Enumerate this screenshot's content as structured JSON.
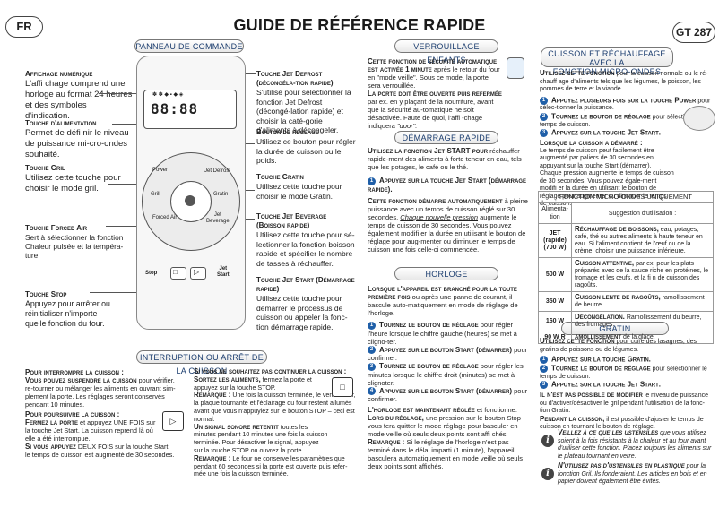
{
  "header": {
    "lang": "FR",
    "title": "GUIDE DE RÉFÉRENCE RAPIDE",
    "model": "GT 287"
  },
  "sections": {
    "panel": "PANNEAU DE COMMANDE",
    "lock": "VERROUILLAGE ENFANTS",
    "start": "DÉMARRAGE RAPIDE",
    "clock": "HORLOGE",
    "cookheat_l1": "CUISSON ET RÉCHAUFFAGE AVEC LA",
    "cookheat_l2": "FONCTION MICRO-ONDES",
    "interrupt": "INTERRUPTION OU ARRÊT DE LA CUISSON",
    "grill": "GRATIN"
  },
  "panel_ui": {
    "digits": "88:88",
    "power": "Power",
    "jetdefrost": "Jet Defrost",
    "grill": "Grill",
    "gratin": "Gratin",
    "forced_air": "Forced Air",
    "jet_beverage_1": "Jet",
    "jet_beverage_2": "Beverage",
    "stop": "Stop",
    "jetstart_1": "Jet",
    "jetstart_2": "Start"
  },
  "left": {
    "display_t": "Affichage numérique",
    "display_b": "L'affi chage comprend une horloge au format 24 heures et des symboles d'indication.",
    "power_t": "Touche d'alimentation",
    "power_b": "Permet de défi nir le niveau de puissance mi-cro-ondes souhaité.",
    "grill_t": "Touche Gril",
    "grill_b": "Utilisez cette touche pour choisir le mode gril.",
    "forced_t": "Touche Forced Air",
    "forced_b": "Sert à sélectionner la fonction Chaleur pulsée et la tempéra-ture.",
    "stop_t": "Touche Stop",
    "stop_b": "Appuyez pour arrêter ou réinitialiser n'importe quelle fonction du four."
  },
  "middle": {
    "jetdef_t": "Touche Jet Defrost (décongéla-tion rapide)",
    "jetdef_b": "S'utilise pour sélectionner la fonction Jet Defrost (décongé-lation rapide) et choisir la caté-gorie d'aliments à décongeler.",
    "knob_t": "Bouton de réglage",
    "knob_b": "Utilisez ce bouton pour régler la durée de cuisson ou le poids.",
    "gratin_t": "Touche Gratin",
    "gratin_b": "Utilisez cette touche pour choisir le mode Gratin.",
    "bev_t": "Touche Jet Beverage (Boisson rapide)",
    "bev_b": "Utilisez cette touche pour sé-lectionner la fonction boisson rapide et spécifier le nombre de tasses à réchauffer.",
    "start_t": "Touche Jet Start (Démarrage rapide)",
    "start_b": "Utilisez cette touche pour démarrer le processus de cuisson ou appeler la fonc-tion démarrage rapide."
  },
  "lock": {
    "p1a": "Cette fonction de sécurité automatique est activée 1 minute",
    "p1b": "après le retour du four en \"mode veille\". Sous ce mode, la porte sera verrouillée.",
    "p2a": "La porte doit être ouverte puis refermée",
    "p2b": "par ex. en y plaçant de la nourriture, avant que la sécurité au-tomatique ne soit désactivée. Faute de quoi, l'affi -chage indiquera",
    "p2c": "\"door\"."
  },
  "start": {
    "p1a": "Utilisez la fonction Jet START pour",
    "p1b": "réchauffer rapide-ment des aliments à forte teneur en eau, tels que les potages, le café ou le thé.",
    "s1": "Appuyez sur la touche Jet Start (démarrage rapide).",
    "p2a": "Cette fonction démarre automatiquement",
    "p2b": "à pleine puissance avec un temps de cuisson réglé sur 30 secondes.",
    "p2c": "Chaque nouvelle pression",
    "p2d": "augmente le temps de cuisson de 30 secondes. Vous pouvez également modifi er la durée en utilisant le bouton de réglage pour aug-menter ou diminuer le temps de cuisson une fois celle-ci commencée."
  },
  "clock": {
    "p1a": "Lorsque l'appareil est branché pour la toute première fois",
    "p1b": "ou après une panne de courant, il bascule auto-matiquement en mode de réglage de l'horloge.",
    "s1a": "Tournez le bouton de réglage",
    "s1b": "pour régler l'heure lorsque le chiffre gauche (heures) se met à cligno-ter.",
    "s2a": "Appuyez sur le bouton Start (démarrer)",
    "s2b": "pour confirmer.",
    "s3a": "Tournez le bouton de réglage",
    "s3b": "pour régler les minutes lorsque le chiffre droit (minutes) se met à clignoter.",
    "s4a": "Appuyez sur le bouton Start (démarrer)",
    "s4b": "pour confirmer.",
    "p2a": "L'horloge est maintenant réglée",
    "p2b": "et fonctionne.",
    "p3a": "Lors du réglage,",
    "p3b": "une pression sur le bouton Stop vous fera quitter le mode réglage pour basculer en mode veille où seuls deux points sont affi chés.",
    "p4a": "Remarque :",
    "p4b": "Si le réglage de l'horloge n'est pas terminé dans le délai imparti (1 minute), l'appareil basculera automatiquement en mode veille où seuls deux points sont affichés."
  },
  "cook": {
    "p1a": "Utilisez cette fonction",
    "p1b": "pour la cuisson normale ou le ré-chauff age d'aliments tels que les légumes, le poisson, les pommes de terre et la viande.",
    "s1a": "Appuyez plusieurs fois sur la touche Power",
    "s1b": "pour sélec-tionner la puissance.",
    "s2a": "Tournez le bouton de réglage",
    "s2b": "pour sélectionner le temps de cuisson.",
    "s3": "Appuyez sur la touche Jet Start.",
    "p2": "Lorsque la cuisson a démarré :",
    "p3": "Le temps de cuisson peut facilement être augmenté par paliers de 30 secondes en appuyant sur la touche Start (démarrer). Chaque pression augmente le temps de cuisson de 30 secondes. Vous pouvez égale-ment modifi er la durée en utilisant le bouton de réglage pour augmenter ou diminuer le temps de cuisson."
  },
  "table": {
    "title": "FONCTION MICRO-ONDES UNIQUEMENT",
    "h1": "Alimenta-tion",
    "h2": "Suggestion d'utilisation :",
    "rows": [
      {
        "p": "JET (rapide) (700 W)",
        "a": "Réchauffage de boissons,",
        "b": "eau, potages, café, thé ou autres aliments à haute teneur en eau. Si l'aliment contient de l'œuf ou de la crème, choisir une puissance inférieure."
      },
      {
        "p": "500 W",
        "a": "Cuisson attentive,",
        "b": "par ex. pour les plats préparés avec de la sauce riche en protéines, le fromage et les œufs, et la fi n de cuisson des ragoûts."
      },
      {
        "p": "350 W",
        "a": "Cuisson lente de ragoûts,",
        "b": "ramollissement de beurre."
      },
      {
        "p": "160 W",
        "a": "Décongélation.",
        "b": "Ramollissement du beurre, des fromages."
      },
      {
        "p": "90 W R",
        "a": "amollissement",
        "b": "de la glace."
      }
    ]
  },
  "grill": {
    "p1a": "Utilisez cette fonction",
    "p1b": "pour cuire des lasagnes, des gratins de poissons ou de légumes.",
    "s1": "Appuyez sur la touche Gratin.",
    "s2a": "Tournez le bouton de réglage",
    "s2b": "pour sélectionner le temps de cuisson.",
    "s3": "Appuyez sur la touche Jet Start.",
    "p2a": "Il n'est pas possible de modifier",
    "p2b": "le niveau de puissance ou d'activer/désactiver le gril pendant l'utilisation de la fonc-tion Gratin.",
    "p3a": "Pendant la cuisson,",
    "p3b": "il est possible d'ajuster le temps de cuisson en tournant le bouton de réglage.",
    "n1a": "Veillez à ce que les ustensiles",
    "n1b": "que vous utilisez soient à la fois résistants à la chaleur et au four avant d'utiliser cette fonction. Placez toujours les aliments sur le plateau tournant en verre.",
    "n2a": "N'utilisez pas d'ustensiles en plastique",
    "n2b": "pour la fonction Gril. Ils fonderaient. Les articles en bois et en papier doivent également être évités.",
    "info": "i"
  },
  "interrupt": {
    "l1a": "Pour interrompre la cuisson :",
    "l2a": "Vous pouvez suspendre la cuisson",
    "l2b": "pour vérifier, re-tourner ou mélanger les aliments en ouvrant sim-plement la porte. Les réglages seront conservés pendant 10 minutes.",
    "l3a": "Pour poursuivre la cuisson :",
    "l4a": "Fermez la porte",
    "l4b": "et appuyez UNE FOIS sur la touche Jet Start. La cuisson reprend là où elle a été interrompue.",
    "l5a": "Si vous appuyez",
    "l5b": "DEUX FOIS sur la touche Start, le temps de cuisson est augmenté de 30 secondes.",
    "r1a": "Si vous ne souhaitez pas continuer la cuisson :",
    "r2a": "Sortez les aliments,",
    "r2b": "fermez la porte et appuyez sur la touche STOP.",
    "r3a": "Remarque :",
    "r3b": "Une fois la cuisson terminée, le venti-lateur, la plaque tournante et l'éclairage du four restent allumés avant que vous n'appuyiez sur le bouton STOP – ceci est normal.",
    "r4a": "Un signal sonore retentit",
    "r4b": "toutes les minutes pendant 10 minutes une fois la cuisson terminée. Pour désactiver le signal, appuyez sur la touche STOP ou ouvrez la porte.",
    "r5a": "Remarque :",
    "r5b": "Le four ne conserve les paramètres que pendant 60 secondes si la porte est ouverte puis refer-mée une fois la cuisson terminée."
  },
  "icons": {
    "start": "▷",
    "stop": "□"
  }
}
